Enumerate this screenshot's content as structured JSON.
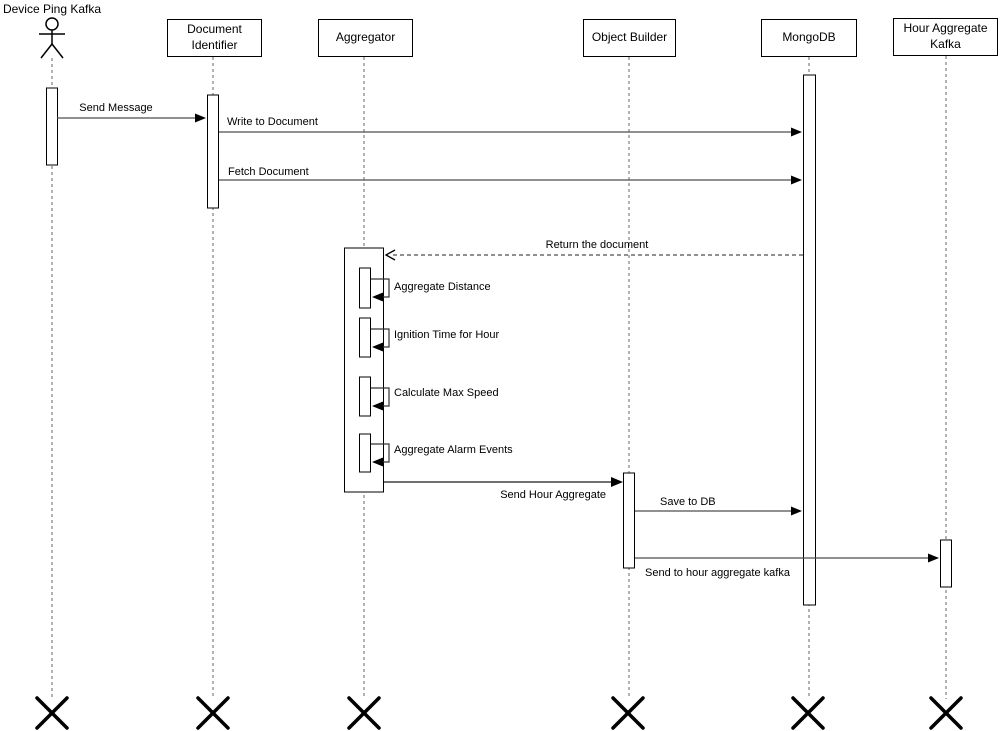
{
  "participants": [
    {
      "id": "device-ping-kafka",
      "label": "Device Ping Kafka",
      "type": "actor",
      "termination": "destroy-x"
    },
    {
      "id": "document-identifier",
      "label": "Document Identifier",
      "type": "object",
      "termination": "destroy-x"
    },
    {
      "id": "aggregator",
      "label": "Aggregator",
      "type": "object",
      "termination": "destroy-x"
    },
    {
      "id": "object-builder",
      "label": "Object Builder",
      "type": "object",
      "termination": "destroy-x"
    },
    {
      "id": "mongodb",
      "label": "MongoDB",
      "type": "object",
      "termination": "destroy-x"
    },
    {
      "id": "hour-aggregate-kafka",
      "label": "Hour Aggregate Kafka",
      "type": "object",
      "termination": "destroy-x"
    }
  ],
  "messages": [
    {
      "label": "Send Message",
      "from": "device-ping-kafka",
      "to": "document-identifier",
      "style": "solid"
    },
    {
      "label": "Write to Document",
      "from": "document-identifier",
      "to": "mongodb",
      "style": "solid"
    },
    {
      "label": "Fetch Document",
      "from": "document-identifier",
      "to": "mongodb",
      "style": "solid"
    },
    {
      "label": "Return the document",
      "from": "mongodb",
      "to": "aggregator",
      "style": "dashed-return"
    },
    {
      "label": "Aggregate Distance",
      "from": "aggregator",
      "to": "aggregator",
      "style": "self"
    },
    {
      "label": "Ignition Time for Hour",
      "from": "aggregator",
      "to": "aggregator",
      "style": "self"
    },
    {
      "label": "Calculate Max Speed",
      "from": "aggregator",
      "to": "aggregator",
      "style": "self"
    },
    {
      "label": "Aggregate Alarm Events",
      "from": "aggregator",
      "to": "aggregator",
      "style": "self"
    },
    {
      "label": "Send Hour Aggregate",
      "from": "aggregator",
      "to": "object-builder",
      "style": "solid"
    },
    {
      "label": "Save to DB",
      "from": "object-builder",
      "to": "mongodb",
      "style": "solid"
    },
    {
      "label": "Send to hour aggregate kafka",
      "from": "object-builder",
      "to": "hour-aggregate-kafka",
      "style": "solid"
    }
  ],
  "colors": {
    "background": "#ffffff",
    "box_border": "#000000",
    "message_line": "#4d4d4d",
    "lifeline": "#666666",
    "arrowhead": "#000000",
    "text": "#000000"
  }
}
